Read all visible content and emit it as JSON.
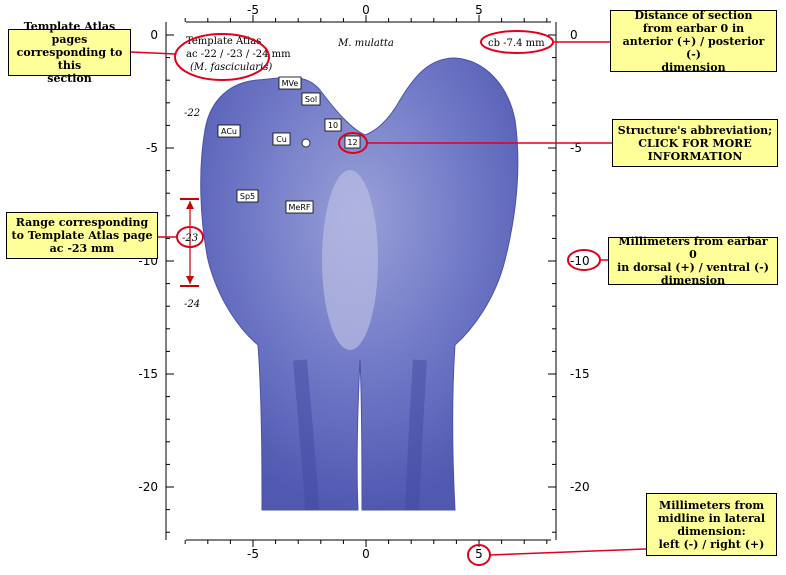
{
  "species_label": "M. mulatta",
  "template_atlas": {
    "line1": "Template Atlas",
    "line2": "ac -22 / -23 / -24 mm",
    "line3": "(M. fascicularis)"
  },
  "section_distance": "cb -7.4 mm",
  "axes": {
    "x_ticks": [
      {
        "label": "-5",
        "value": -5
      },
      {
        "label": "0",
        "value": 0
      },
      {
        "label": "5",
        "value": 5
      }
    ],
    "y_ticks": [
      {
        "label": "0",
        "value": 0
      },
      {
        "label": "-5",
        "value": -5
      },
      {
        "label": "-10",
        "value": -10
      },
      {
        "label": "-15",
        "value": -15
      },
      {
        "label": "-20",
        "value": -20
      }
    ]
  },
  "atlas_page_marks": [
    {
      "label": "-22"
    },
    {
      "label": "-23"
    },
    {
      "label": "-24"
    }
  ],
  "structures": [
    {
      "abbr": "MVe"
    },
    {
      "abbr": "Sol"
    },
    {
      "abbr": "ACu"
    },
    {
      "abbr": "Cu"
    },
    {
      "abbr": "10"
    },
    {
      "abbr": "12"
    },
    {
      "abbr": "Sp5"
    },
    {
      "abbr": "MeRF"
    }
  ],
  "callouts": {
    "template_pages": "Template Atlas pages\ncorresponding to this\nsection",
    "range": "Range corresponding\nto Template Atlas page\nac -23 mm",
    "distance": "Distance of section\nfrom earbar 0 in\nanterior (+) / posterior (-)\ndimension",
    "structure": "Structure's abbreviation;\nCLICK FOR MORE\nINFORMATION",
    "dorsal_ventral": "Millimeters from earbar 0\nin dorsal (+) / ventral (-)\ndimension",
    "lateral": "Millimeters from\nmidline in lateral\ndimension:\nleft (-) / right (+)"
  },
  "colors": {
    "tissue": "#6a73c4",
    "annotation_red": "#e0001b",
    "callout_fill": "#ffff99"
  }
}
